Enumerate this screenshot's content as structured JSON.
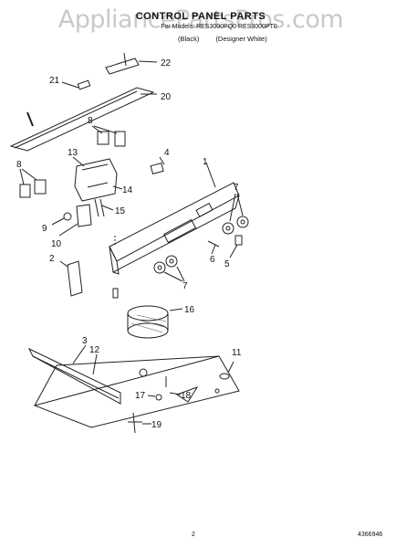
{
  "header": {
    "watermark": "AppliancePartsPros.com",
    "title": "CONTROL PANEL PARTS",
    "subtitle": "For Models: RES3000PQ0 RES3000PT0",
    "variant_black": "(Black)",
    "variant_white": "(Designer White)"
  },
  "callouts": [
    "1",
    "2",
    "3",
    "4",
    "5",
    "6",
    "7",
    "7",
    "8",
    "8",
    "9",
    "10",
    "11",
    "12",
    "13",
    "14",
    "15",
    "16",
    "17",
    "18",
    "19",
    "20",
    "21",
    "22"
  ],
  "footer": {
    "page_number": "2",
    "document_number": "4366946"
  }
}
